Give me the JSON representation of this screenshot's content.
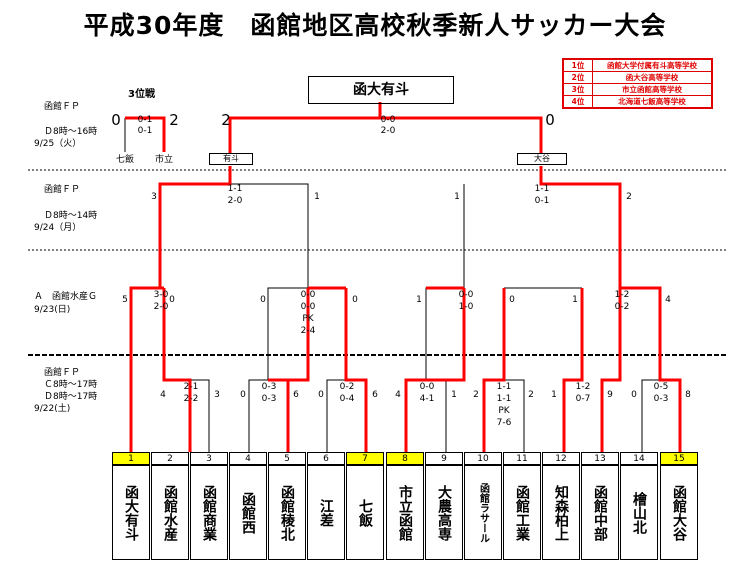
{
  "title": "平成30年度　函館地区高校秋季新人サッカー大会",
  "ranking": [
    {
      "place": "1位",
      "school": "函館大学付属有斗高等学校"
    },
    {
      "place": "2位",
      "school": "函大谷高等学校"
    },
    {
      "place": "3位",
      "school": "市立函館高等学校"
    },
    {
      "place": "4位",
      "school": "北海道七飯高等学校"
    }
  ],
  "champion": "函大有斗",
  "third_place": {
    "label": "3位戦",
    "left_score": "0",
    "right_score": "2",
    "detail1": "0-1",
    "detail2": "0-1",
    "left_team": "七飯",
    "right_team": "市立"
  },
  "rounds": {
    "final": {
      "venue": "函館ＦＰ",
      "time": "Ｄ8時～16時",
      "date": "9/25（火）",
      "left_score": "2",
      "right_score": "0",
      "detail1": "0-0",
      "detail2": "2-0",
      "left_team": "有斗",
      "right_team": "大谷"
    },
    "semi": {
      "venue": "函館ＦＰ",
      "time": "Ｄ8時～14時",
      "date": "9/24（月）",
      "left": {
        "ls": "3",
        "rs": "1",
        "d1": "1-1",
        "d2": "2-0"
      },
      "right": {
        "ls": "1",
        "rs": "2",
        "d1": "1-1",
        "d2": "0-1"
      }
    },
    "qf": {
      "venue": "Ａ　函館水産Ｇ",
      "date": "9/23(日)",
      "matches": [
        {
          "ls": "5",
          "rs": "0",
          "d1": "3-0",
          "d2": "2-0",
          "d3": "",
          "d4": ""
        },
        {
          "ls": "0",
          "rs": "0",
          "d1": "0-0",
          "d2": "0-0",
          "d3": "PK",
          "d4": "2-4"
        },
        {
          "ls": "1",
          "rs": "0",
          "d1": "0-0",
          "d2": "1-0",
          "d3": "",
          "d4": ""
        },
        {
          "ls": "1",
          "rs": "4",
          "d1": "1-2",
          "d2": "0-2",
          "d3": "",
          "d4": ""
        }
      ]
    },
    "r1": {
      "venue": "函館ＦＰ",
      "time1": "Ｃ8時～17時",
      "time2": "Ｄ8時～17時",
      "date": "9/22(土)",
      "matches": [
        {
          "ls": "4",
          "rs": "3",
          "d1": "2-1",
          "d2": "2-2",
          "d3": "",
          "d4": ""
        },
        {
          "ls": "0",
          "rs": "6",
          "d1": "0-3",
          "d2": "0-3",
          "d3": "",
          "d4": ""
        },
        {
          "ls": "0",
          "rs": "6",
          "d1": "0-2",
          "d2": "0-4",
          "d3": "",
          "d4": ""
        },
        {
          "ls": "4",
          "rs": "1",
          "d1": "0-0",
          "d2": "4-1",
          "d3": "",
          "d4": ""
        },
        {
          "ls": "2",
          "rs": "2",
          "d1": "1-1",
          "d2": "1-1",
          "d3": "PK",
          "d4": "7-6"
        },
        {
          "ls": "1",
          "rs": "9",
          "d1": "1-2",
          "d2": "0-7",
          "d3": "",
          "d4": ""
        },
        {
          "ls": "0",
          "rs": "8",
          "d1": "0-5",
          "d2": "0-3",
          "d3": "",
          "d4": ""
        }
      ]
    }
  },
  "teams": [
    {
      "num": "1",
      "name": "函大有斗"
    },
    {
      "num": "2",
      "name": "函館水産"
    },
    {
      "num": "3",
      "name": "函館商業"
    },
    {
      "num": "4",
      "name": "函館西"
    },
    {
      "num": "5",
      "name": "函館稜北"
    },
    {
      "num": "6",
      "name": "江差"
    },
    {
      "num": "7",
      "name": "七飯"
    },
    {
      "num": "8",
      "name": "市立函館"
    },
    {
      "num": "9",
      "name": "大農高専"
    },
    {
      "num": "10",
      "name": "函館ラサール"
    },
    {
      "num": "11",
      "name": "函館工業"
    },
    {
      "num": "12",
      "name": "知森柏上"
    },
    {
      "num": "13",
      "name": "函館中部"
    },
    {
      "num": "14",
      "name": "檜山北"
    },
    {
      "num": "15",
      "name": "函館大谷"
    }
  ],
  "colors": {
    "win_line": "#ff0000",
    "lose_line": "#000000",
    "highlight": "#ffff00"
  }
}
